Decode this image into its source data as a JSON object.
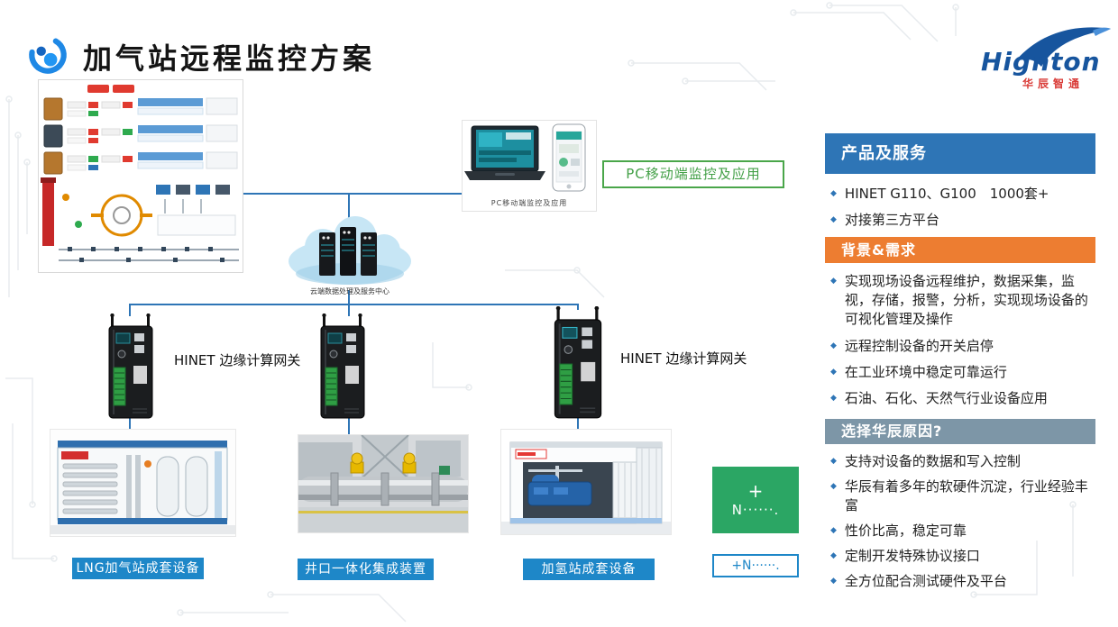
{
  "header": {
    "title": "加气站远程监控方案",
    "brand": {
      "name": "Hignton",
      "sub": "华辰智通"
    }
  },
  "diagram": {
    "pc_caption": "PC移动端监控及应用",
    "pc_label": "PC移动端监控及应用",
    "cloud_caption": "云端数据处理及服务中心",
    "gateway_labels": [
      "HINET 边缘计算网关",
      "HINET 边缘计算网关"
    ],
    "equipment_captions": [
      "LNG加气站成套设备",
      "井口一体化集成装置",
      "加氢站成套设备"
    ],
    "more": {
      "plus": "+",
      "dots": "N······.",
      "caption": "+N······."
    }
  },
  "sidebar": {
    "sections": [
      {
        "title": "产品及服务",
        "color": "#2E75B6",
        "items": [
          "HINET G110、G100　1000套+",
          "对接第三方平台"
        ]
      },
      {
        "title": "背景&需求",
        "color": "#ED7D31",
        "items": [
          "实现现场设备远程维护，数据采集，监视，存储，报警，分析，实现现场设备的可视化管理及操作",
          "远程控制设备的开关启停",
          "在工业环境中稳定可靠运行",
          "石油、石化、天然气行业设备应用"
        ]
      },
      {
        "title": "选择华辰原因?",
        "color": "#7D96A7",
        "items": [
          "支持对设备的数据和写入控制",
          "华辰有着多年的软硬件沉淀，行业经验丰富",
          "性价比高，稳定可靠",
          "定制开发特殊协议接口",
          "全方位配合测试硬件及平台"
        ]
      }
    ]
  },
  "icons": {
    "bullet": "◆",
    "brand_swirl_icon": "double-blue-swirl",
    "bird_swoosh_icon": "blue-bird-swoosh",
    "cloud_server_icon": "cloud-with-server-racks",
    "gateway_device_icon": "black-din-rail-gateway",
    "laptop_phone_icon": "laptop-and-phone"
  },
  "colors": {
    "header_blue": "#2E75B6",
    "header_orange": "#ED7D31",
    "header_slate": "#7D96A7",
    "caption_blue": "#1E87C8",
    "connector_blue": "#2E75B6",
    "green_label": "#4AA64A",
    "green_box": "#2BA664",
    "brand_blue": "#17559E",
    "brand_red": "#D93A36"
  }
}
